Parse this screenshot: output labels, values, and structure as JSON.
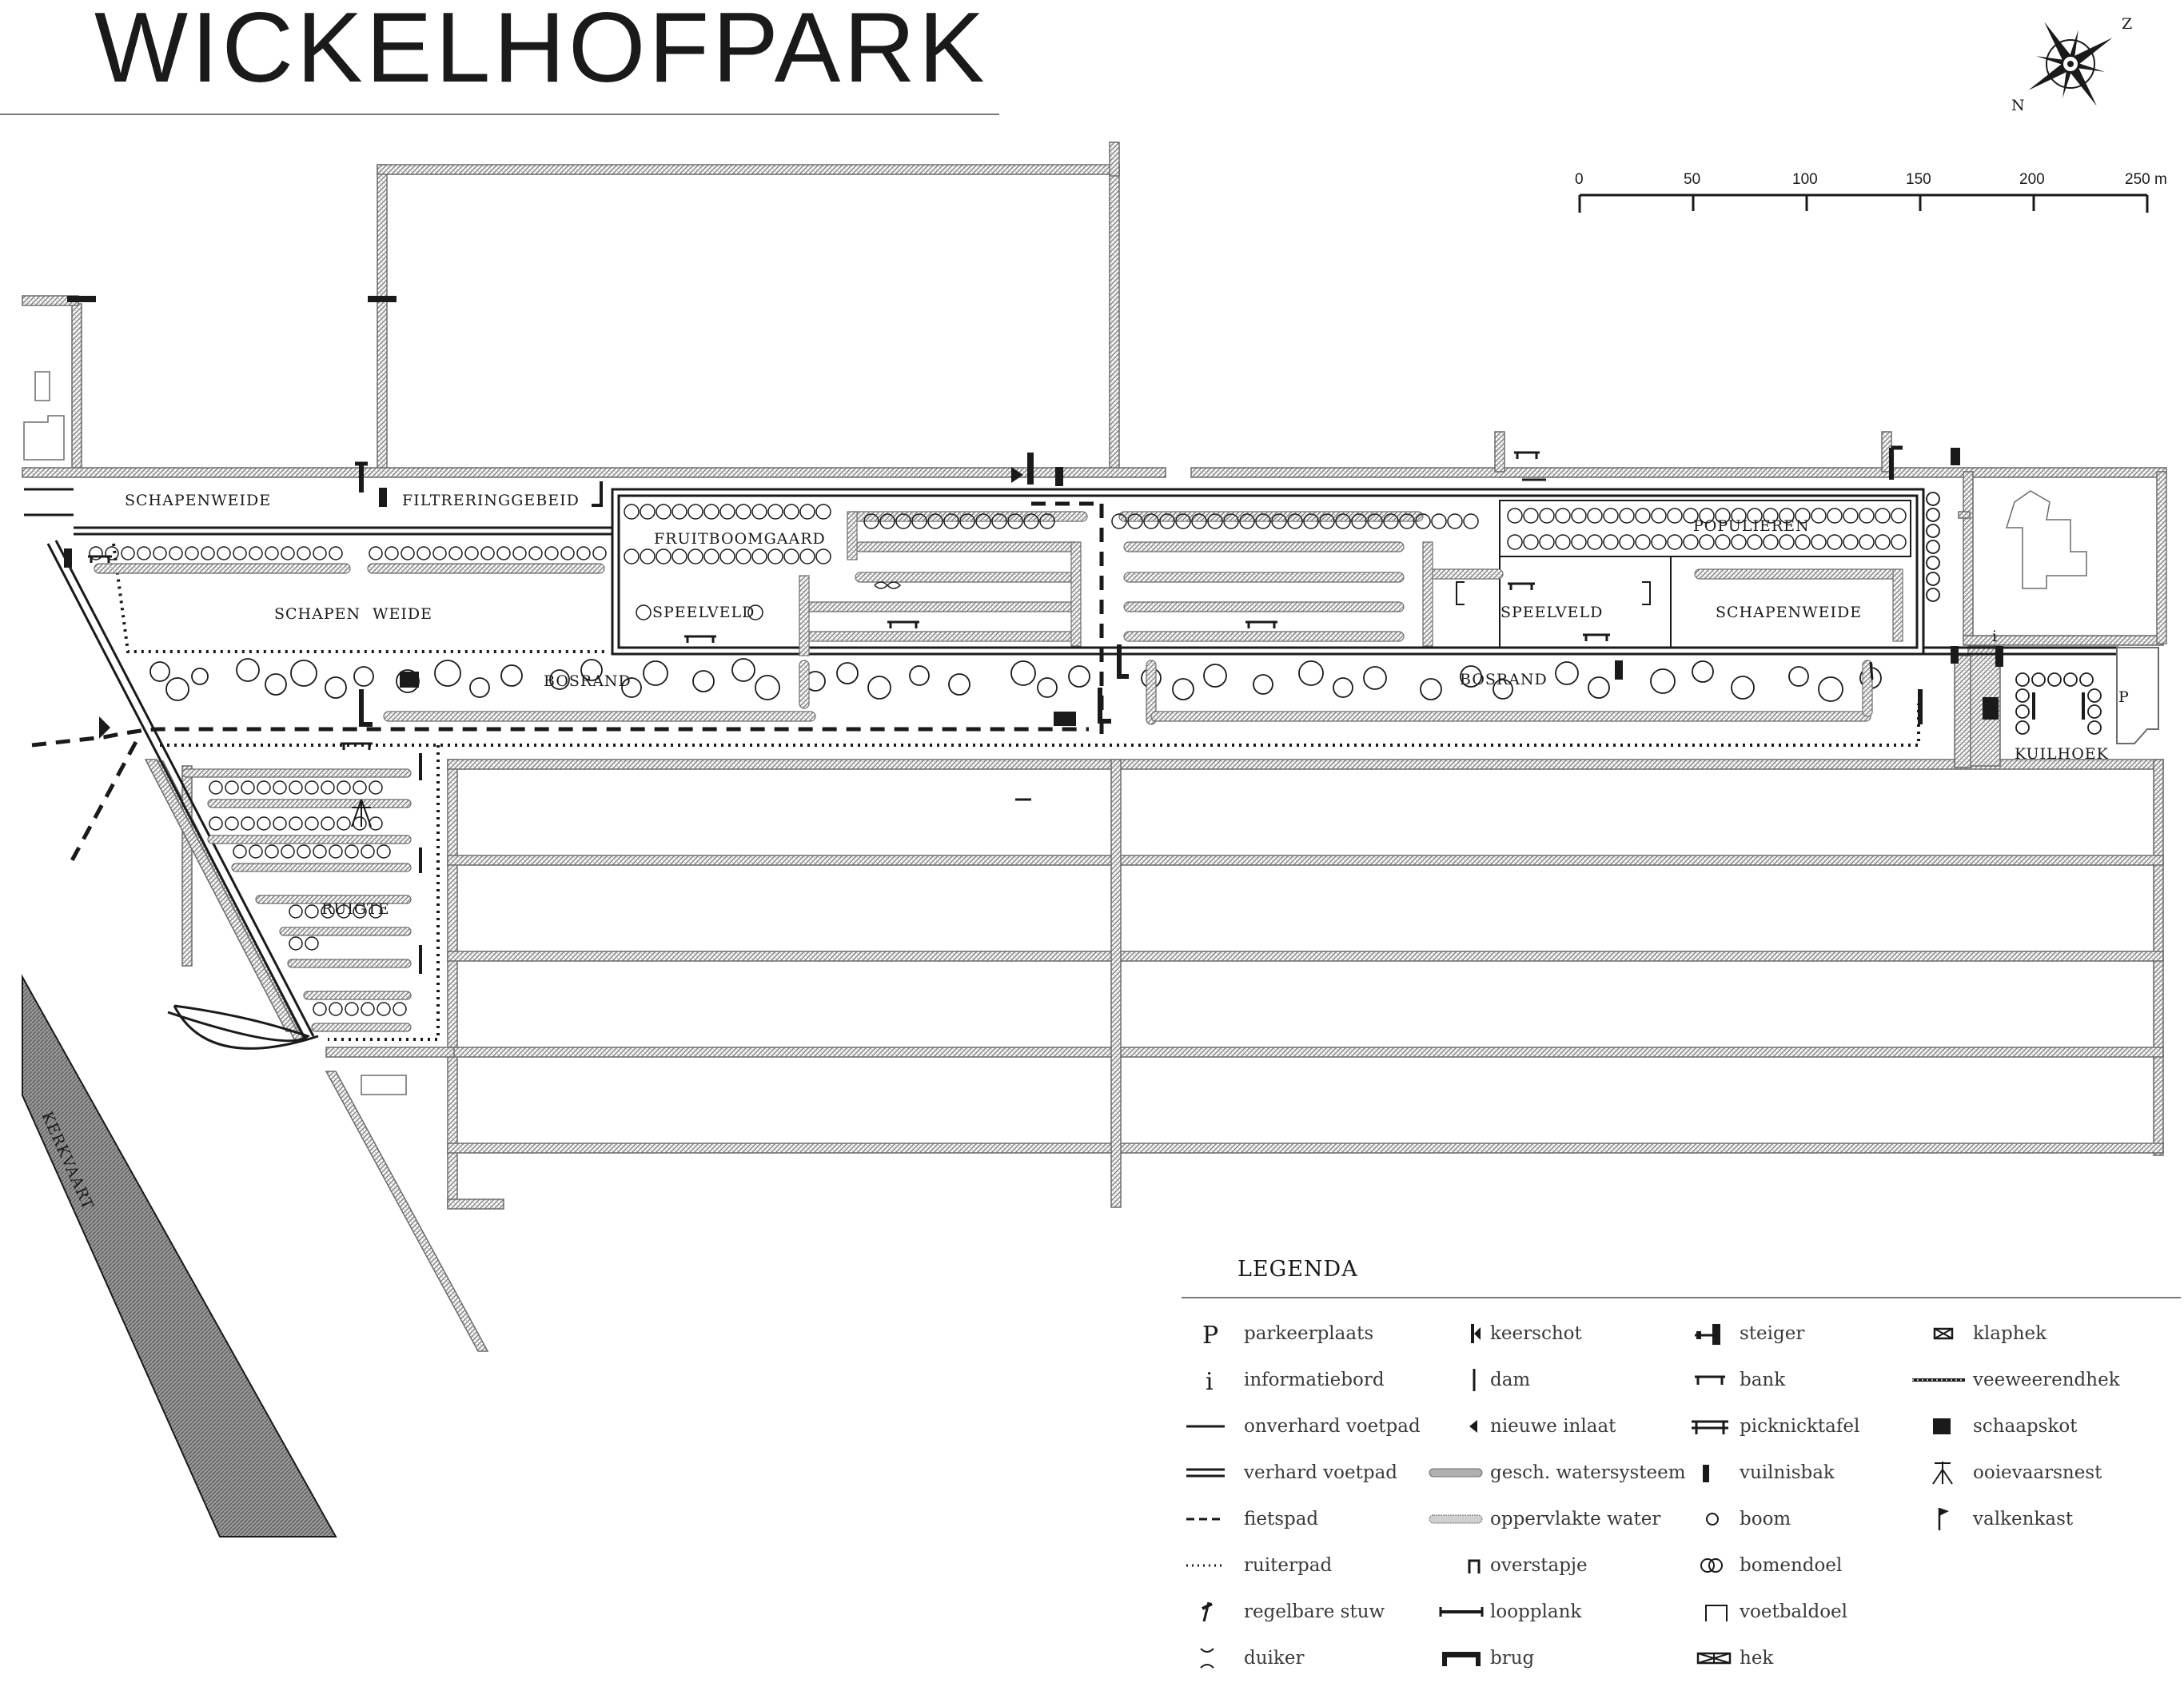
{
  "title": "WICKELHOFPARK",
  "compass": {
    "north": "N",
    "zuid": "Z"
  },
  "scale": {
    "ticks": [
      "0",
      "50",
      "100",
      "150",
      "200",
      "250 m"
    ]
  },
  "areas": {
    "schapenweide_nw": "SCHAPENWEIDE",
    "filtreringgebeid": "FILTRERINGGEBEID",
    "fruitboomgaard": "FRUITBOOMGAARD",
    "populieren": "POPULIEREN",
    "schapen": "SCHAPEN",
    "weide": "WEIDE",
    "speelveld_w": "SPEELVELD",
    "speelveld_e": "SPEELVELD",
    "schapenweide_e": "SCHAPENWEIDE",
    "bosrand_w": "BOSRAND",
    "bosrand_e": "BOSRAND",
    "ruigte": "RUIGTE",
    "kuilhoek": "KUILHOEK",
    "kerkvaart": "KERKVAART",
    "parking": "P",
    "info": "i"
  },
  "legend": {
    "title": "LEGENDA",
    "columns": [
      [
        {
          "icon": "parking-symbol",
          "label": "parkeerplaats"
        },
        {
          "icon": "info-symbol",
          "label": "informatiebord"
        },
        {
          "icon": "unpaved-path",
          "label": "onverhard voetpad"
        },
        {
          "icon": "paved-path",
          "label": "verhard voetpad"
        },
        {
          "icon": "cycle-path",
          "label": "fietspad"
        },
        {
          "icon": "bridle-path",
          "label": "ruiterpad"
        },
        {
          "icon": "adjustable-weir",
          "label": "regelbare stuw"
        },
        {
          "icon": "culvert",
          "label": "duiker"
        }
      ],
      [
        {
          "icon": "check-gate",
          "label": "keerschot"
        },
        {
          "icon": "dam",
          "label": "dam"
        },
        {
          "icon": "new-inlet",
          "label": "nieuwe inlaat"
        },
        {
          "icon": "closed-water-system",
          "label": "gesch. watersysteem"
        },
        {
          "icon": "surface-water",
          "label": "oppervlakte water"
        },
        {
          "icon": "stile",
          "label": "overstapje"
        },
        {
          "icon": "plank",
          "label": "loopplank"
        },
        {
          "icon": "bridge",
          "label": "brug"
        }
      ],
      [
        {
          "icon": "jetty",
          "label": "steiger"
        },
        {
          "icon": "bench",
          "label": "bank"
        },
        {
          "icon": "picnic-table",
          "label": "picknicktafel"
        },
        {
          "icon": "waste-bin",
          "label": "vuilnisbak"
        },
        {
          "icon": "tree",
          "label": "boom"
        },
        {
          "icon": "tree-goal",
          "label": "bomendoel"
        },
        {
          "icon": "football-goal",
          "label": "voetbaldoel"
        },
        {
          "icon": "fence-gate",
          "label": "hek"
        }
      ],
      [
        {
          "icon": "swing-gate",
          "label": "klaphek"
        },
        {
          "icon": "cattle-fence",
          "label": "veeweerendhek"
        },
        {
          "icon": "sheepfold",
          "label": "schaapskot"
        },
        {
          "icon": "stork-nest",
          "label": "ooievaarsnest"
        },
        {
          "icon": "falcon-box",
          "label": "valkenkast"
        }
      ]
    ]
  }
}
